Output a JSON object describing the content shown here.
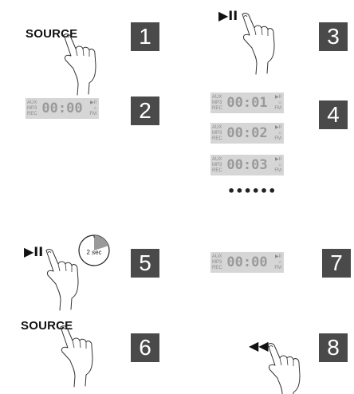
{
  "steps": [
    {
      "number": "1",
      "label": "SOURCE"
    },
    {
      "number": "2"
    },
    {
      "number": "3",
      "label": "▶II"
    },
    {
      "number": "4"
    },
    {
      "number": "5",
      "label": "▶II",
      "timer": "2 sec"
    },
    {
      "number": "6",
      "label": "SOURCE"
    },
    {
      "number": "7"
    },
    {
      "number": "8",
      "label": "◀◀"
    }
  ],
  "lcd": {
    "indicators_left": [
      "AUX",
      "MP3",
      "REC"
    ],
    "indicators_right": [
      "▶II",
      "⌂",
      "FM"
    ],
    "step2_time": "00:00",
    "step4_times": [
      "00:01",
      "00:02",
      "00:03"
    ],
    "step7_time": "00:00"
  },
  "more_indicator": "••••••",
  "colors": {
    "badge": "#4a4a4a",
    "lcd_bg": "#d6d6d6",
    "lcd_text": "#9a9a9a"
  }
}
